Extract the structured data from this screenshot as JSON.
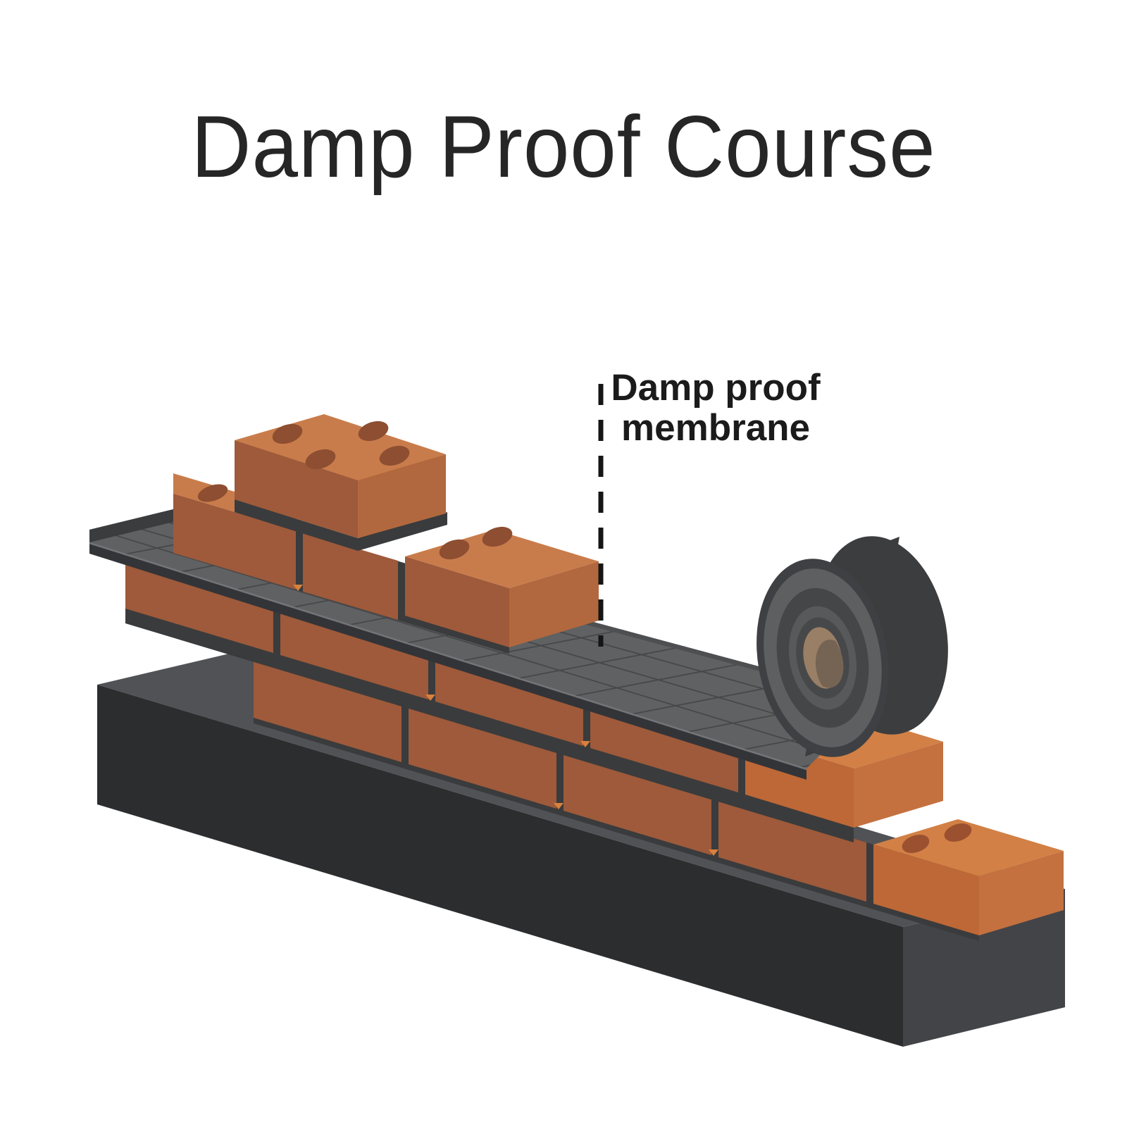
{
  "title": "Damp Proof Course",
  "annotation": {
    "line1": "Damp proof",
    "line2": "membrane"
  },
  "colors": {
    "brick_front": "#9e5a3a",
    "brick_top": "#c97c4b",
    "brick_side": "#b2683e",
    "brick_end_front": "#bd6836",
    "brick_end_side": "#c4713f",
    "brick_top_bright": "#d28045",
    "brick_hole": "#8d4e31",
    "brick_hole_bright": "#9b5130",
    "mortar": "#3a3b3d",
    "joint_peek": "#d8813d",
    "membrane_top": "#606163",
    "membrane_grid": "#47484a",
    "membrane_edge": "#333437",
    "membrane_tip": "#3b3c3e",
    "membrane_back_rim": "#4e4f51",
    "membrane_lip": "#747578",
    "foundation_top": "#515256",
    "foundation_front": "#2c2d2f",
    "foundation_side": "#434448",
    "roll_body": "#3c3d3f",
    "roll_rim": "#3f4043",
    "roll_ring_light": "#5e5f61",
    "roll_ring_dark": "#454648",
    "roll_ring_light2": "#58595b",
    "roll_ring_dark2": "#47484a",
    "roll_core": "#997f66",
    "roll_core_shadow": "#756454",
    "leader_line": "#151515",
    "title_text": "#262626",
    "label_text": "#1b1b1b"
  }
}
